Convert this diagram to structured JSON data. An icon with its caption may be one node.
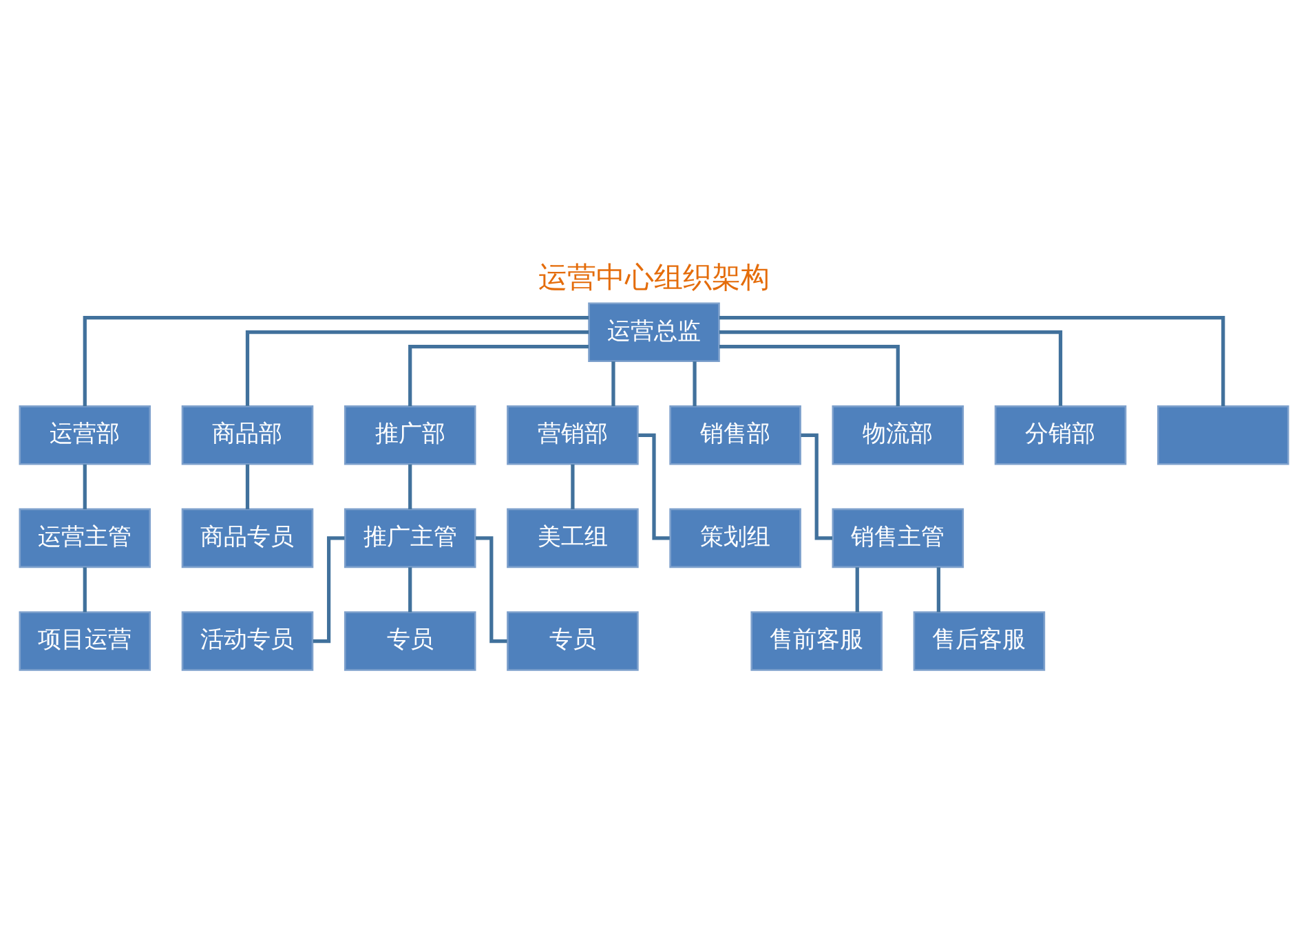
{
  "diagram": {
    "title": "运营中心组织架构",
    "nodes": [
      {
        "text": [
          "运营总监"
        ]
      },
      {
        "text": [
          "运营部"
        ]
      },
      {
        "text": [
          "商品部"
        ]
      },
      {
        "text": [
          "推广部"
        ]
      },
      {
        "text": [
          "营销部"
        ]
      },
      {
        "text": [
          "销售部"
        ]
      },
      {
        "text": [
          "物流部"
        ]
      },
      {
        "text": [
          "分销部"
        ]
      },
      {
        "text": [],
        "shape": "box"
      },
      {
        "text": [
          "运营主管"
        ]
      },
      {
        "text": [
          "项目运营"
        ]
      },
      {
        "text": [
          "商品专员"
        ]
      },
      {
        "text": [
          "推广主管"
        ]
      },
      {
        "text": [
          "活动专员"
        ]
      },
      {
        "text": [
          "专员"
        ]
      },
      {
        "text": [
          "专员"
        ]
      },
      {
        "text": [
          "美工组"
        ]
      },
      {
        "text": [
          "策划组"
        ]
      },
      {
        "text": [
          "销售主管"
        ]
      },
      {
        "text": [
          "售前客服"
        ]
      },
      {
        "text": [
          "售后客服"
        ]
      }
    ],
    "edges": [
      {
        "from": 0,
        "to": 1,
        "arrow": "none"
      },
      {
        "from": 0,
        "to": 2,
        "arrow": "none"
      },
      {
        "from": 0,
        "to": 3,
        "arrow": "none"
      },
      {
        "from": 0,
        "to": 4,
        "arrow": "none"
      },
      {
        "from": 0,
        "to": 5,
        "arrow": "none"
      },
      {
        "from": 0,
        "to": 6,
        "arrow": "none"
      },
      {
        "from": 0,
        "to": 7,
        "arrow": "none"
      },
      {
        "from": 0,
        "to": 8,
        "arrow": "none"
      },
      {
        "from": 1,
        "to": 9,
        "arrow": "none"
      },
      {
        "from": 9,
        "to": 10,
        "arrow": "none"
      },
      {
        "from": 2,
        "to": 11,
        "arrow": "none"
      },
      {
        "from": 3,
        "to": 12,
        "arrow": "none"
      },
      {
        "from": 12,
        "to": 13,
        "arrow": "none"
      },
      {
        "from": 12,
        "to": 14,
        "arrow": "none"
      },
      {
        "from": 12,
        "to": 15,
        "arrow": "none"
      },
      {
        "from": 4,
        "to": 16,
        "arrow": "none"
      },
      {
        "from": 4,
        "to": 17,
        "arrow": "none"
      },
      {
        "from": 5,
        "to": 18,
        "arrow": "none"
      },
      {
        "from": 18,
        "to": 19,
        "arrow": "none"
      },
      {
        "from": 18,
        "to": 20,
        "arrow": "none"
      }
    ]
  }
}
